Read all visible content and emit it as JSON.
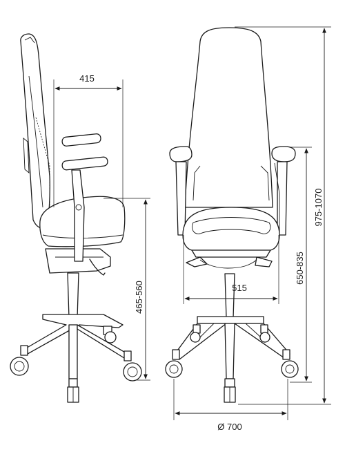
{
  "dimensions": {
    "side_depth": "415",
    "seat_height": "465-560",
    "seat_width": "515",
    "armrest_height": "650-835",
    "total_height": "975-1070",
    "base_diameter": "Ø 700"
  }
}
